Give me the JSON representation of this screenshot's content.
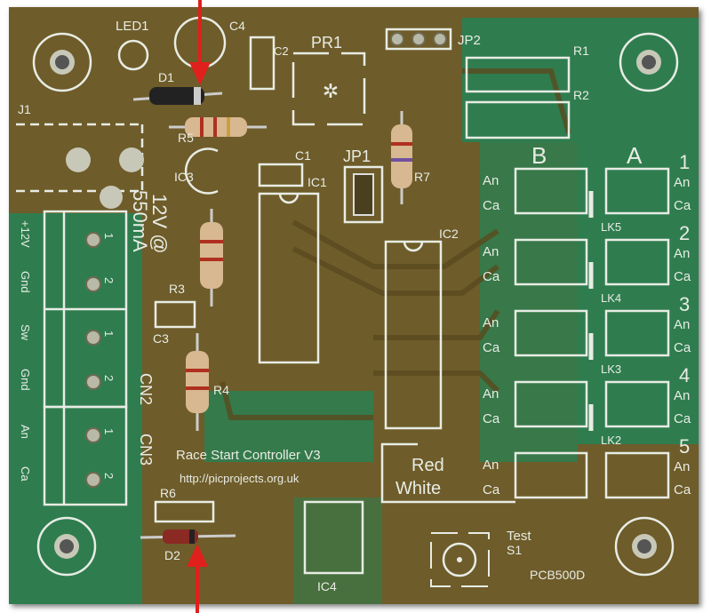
{
  "board": {
    "title": "Race Start Controller V3",
    "url": "http://picprojects.org.uk",
    "part_number": "PCB500D",
    "colors": {
      "substrate": "#6e5c2c",
      "ground_fill": "#2f7d4f",
      "silkscreen": "#e8ece4",
      "arrow": "#e0201c"
    }
  },
  "labels": {
    "led1": "LED1",
    "c4": "C4",
    "c2": "C2",
    "pr1": "PR1",
    "jp2": "JP2",
    "r1": "R1",
    "r2": "R2",
    "d1": "D1",
    "r5": "R5",
    "j1": "J1",
    "ic3": "IC3",
    "c1": "C1",
    "ic1": "IC1",
    "jp1": "JP1",
    "r7": "R7",
    "r3": "R3",
    "c3": "C3",
    "r4": "R4",
    "ic2": "IC2",
    "r6": "R6",
    "d2": "D2",
    "ic4": "IC4",
    "test": "Test",
    "s1": "S1",
    "cn2": "CN2",
    "cn3": "CN3",
    "power_line1": "12V @",
    "power_line2": "550mA",
    "col_b": "B",
    "col_a": "A",
    "red": "Red",
    "white": "White"
  },
  "connector_pins": [
    "+12V",
    "Gnd",
    "Sw",
    "Gnd",
    "An",
    "Ca"
  ],
  "pin_numbers": [
    "1",
    "2"
  ],
  "links": [
    {
      "num": "1",
      "lk": "LK5",
      "an": "An",
      "ca": "Ca"
    },
    {
      "num": "2",
      "lk": "LK4",
      "an": "An",
      "ca": "Ca"
    },
    {
      "num": "3",
      "lk": "LK3",
      "an": "An",
      "ca": "Ca"
    },
    {
      "num": "4",
      "lk": "LK2",
      "an": "An",
      "ca": "Ca"
    },
    {
      "num": "5",
      "lk": "",
      "an": "An",
      "ca": "Ca"
    }
  ]
}
